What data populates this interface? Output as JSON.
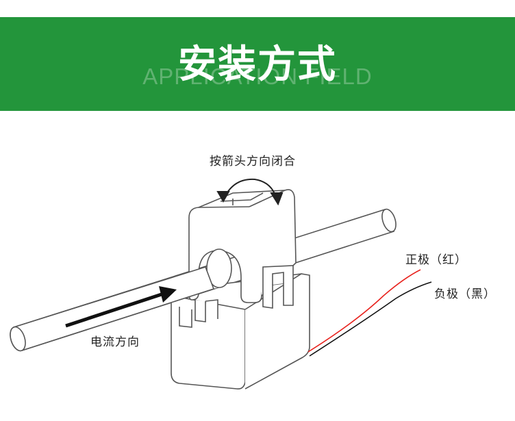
{
  "banner": {
    "title": "安装方式",
    "subtitle": "APPLICATION FIELD",
    "color": "#23953b"
  },
  "diagram": {
    "close_instruction": "按箭头方向闭合",
    "current_direction": "电流方向",
    "positive_lead": "正极（红）",
    "negative_lead": "负极（黑）",
    "positive_wire_color": "#e8231e",
    "negative_wire_color": "#111111"
  }
}
